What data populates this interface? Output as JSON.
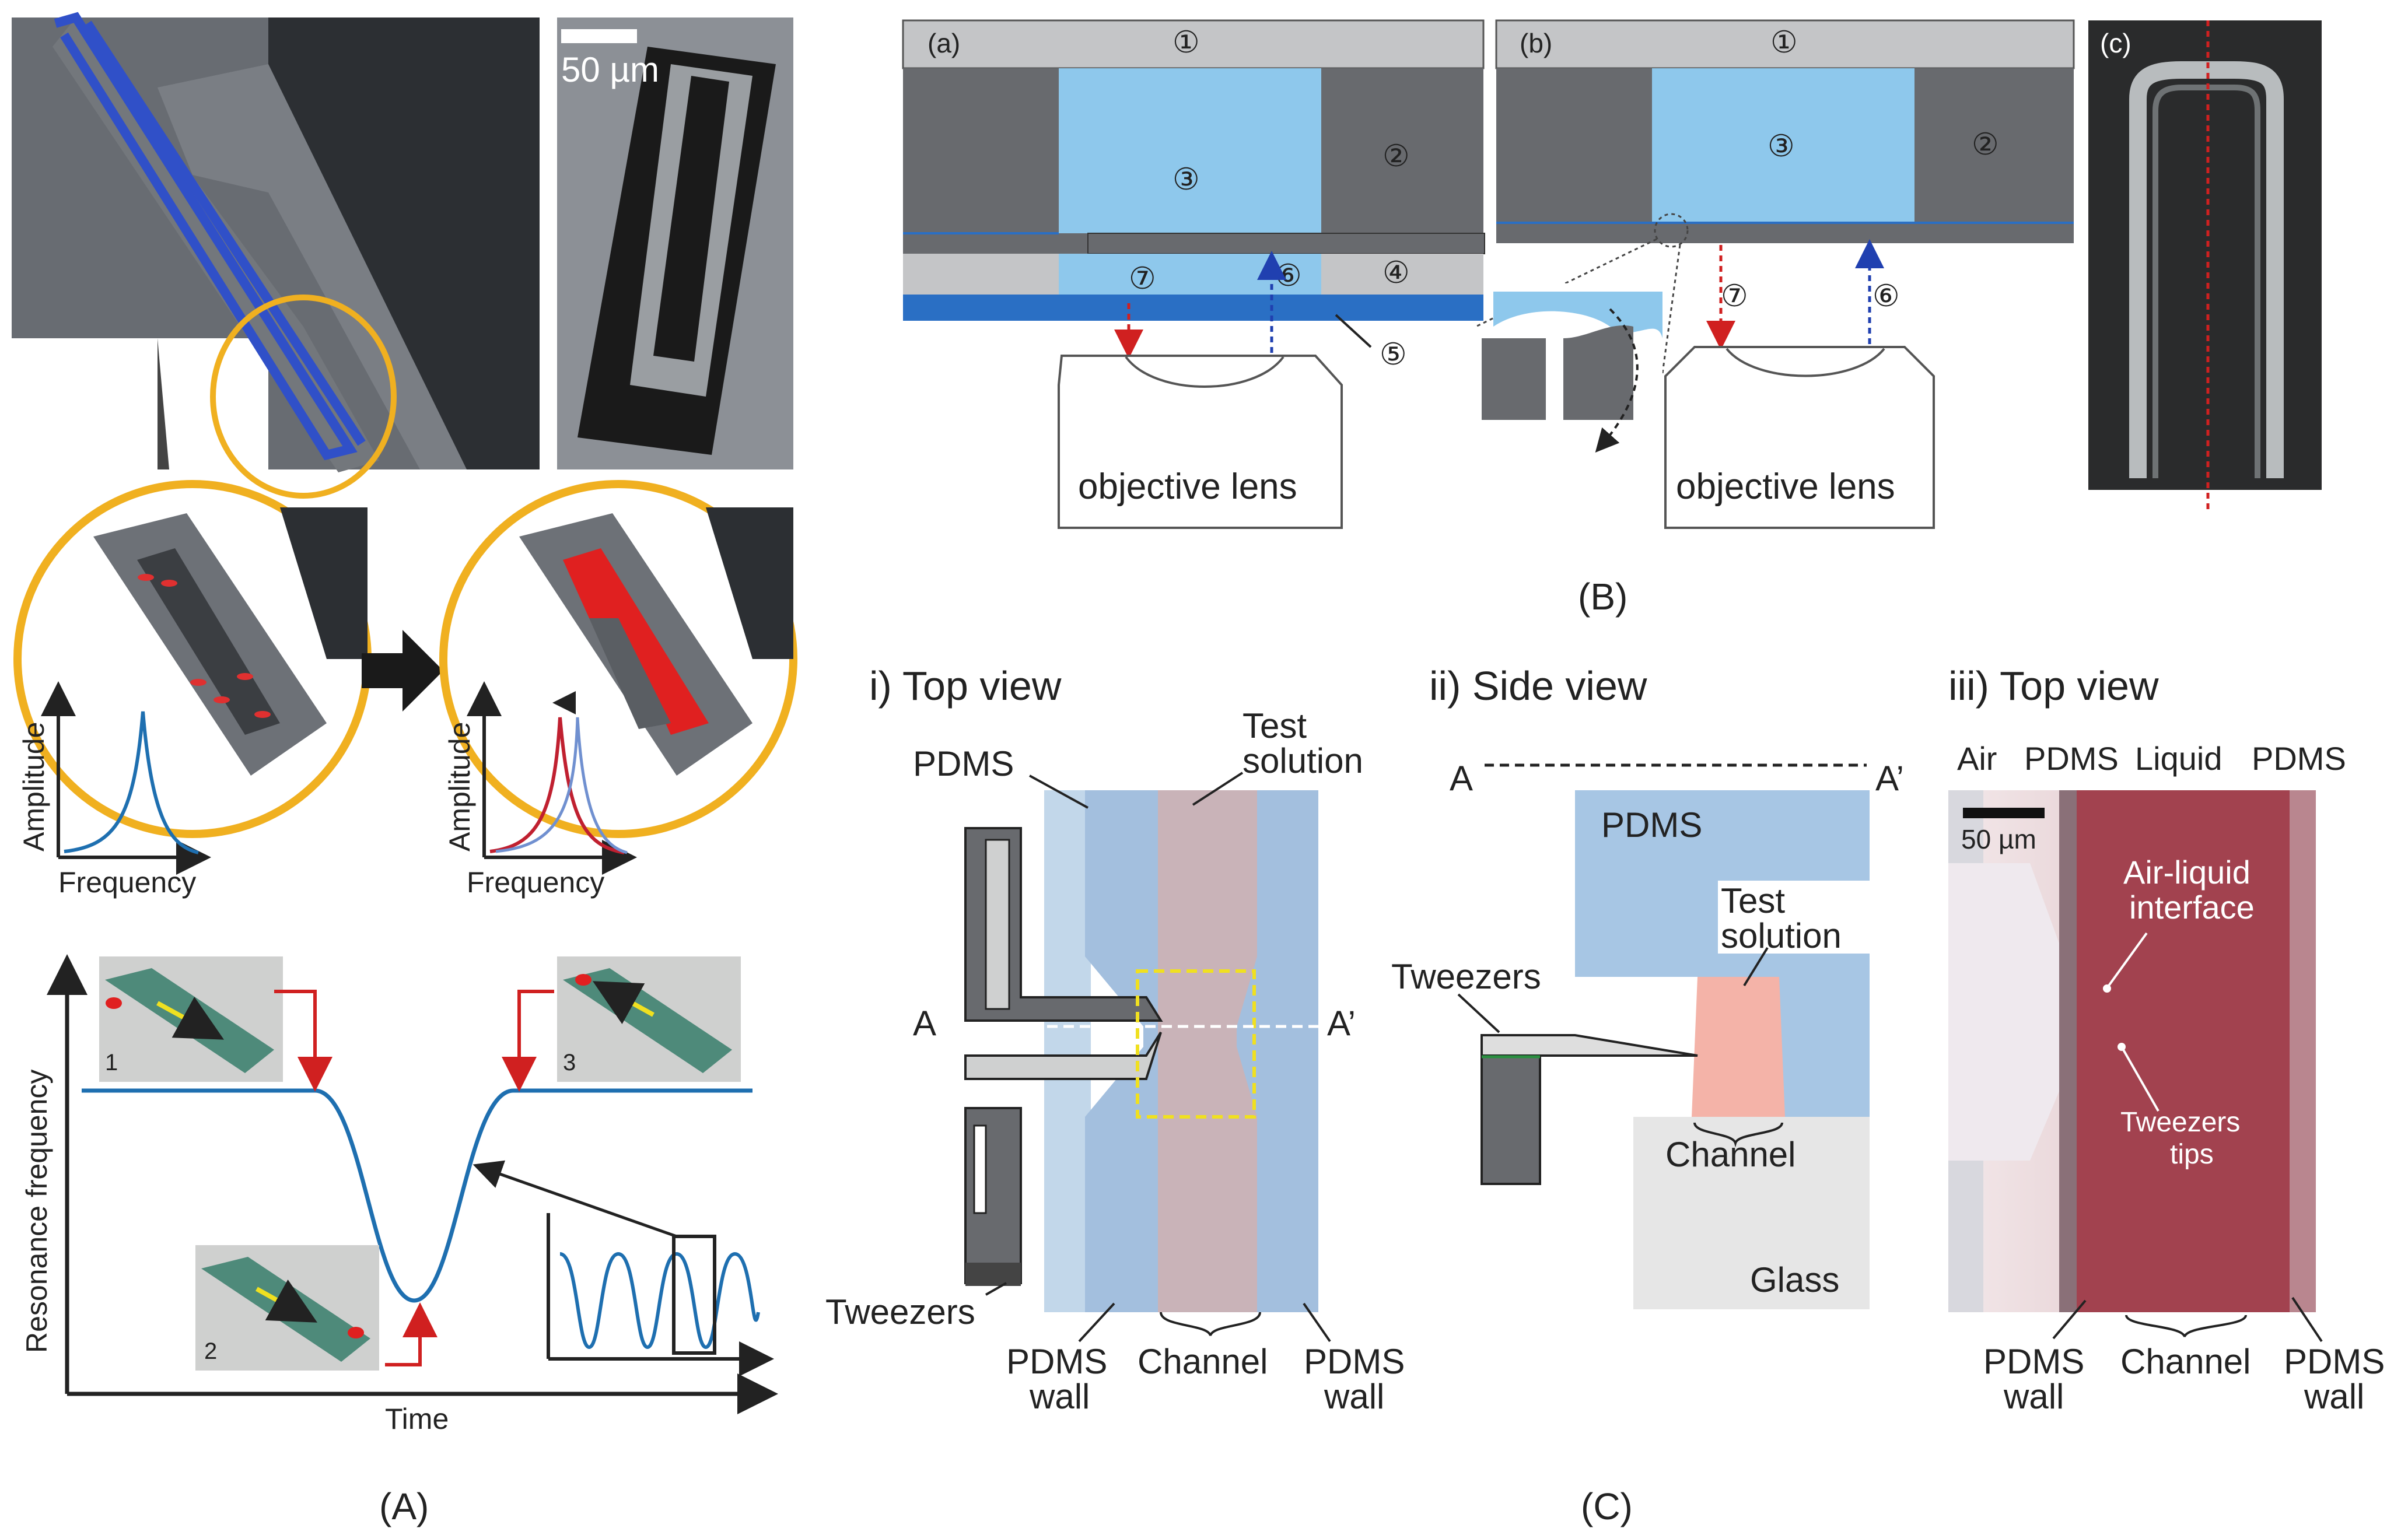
{
  "panel_labels": {
    "A": "(A)",
    "B": "(B)",
    "C": "(C)"
  },
  "panel_a": {
    "scale_bar": "50 µm",
    "amplitude_label": "Amplitude",
    "frequency_label": "Frequency",
    "resonance_label": "Resonance frequency",
    "time_label": "Time",
    "inset_numbers": [
      "1",
      "2",
      "3"
    ]
  },
  "panel_b": {
    "sub_a": "(a)",
    "sub_b": "(b)",
    "sub_c": "(c)",
    "objective_lens": "objective lens",
    "circled": [
      "①",
      "②",
      "③",
      "④",
      "⑤",
      "⑥",
      "⑦"
    ]
  },
  "panel_c": {
    "i_title": "i) Top view",
    "ii_title": "ii) Side view",
    "iii_title": "iii) Top view",
    "pdms": "PDMS",
    "test_solution_1": "Test",
    "test_solution_2": "solution",
    "tweezers": "Tweezers",
    "pdms_wall_1": "PDMS",
    "pdms_wall_2": "wall",
    "channel": "Channel",
    "a": "A",
    "a_prime": "A’",
    "glass": "Glass",
    "air": "Air",
    "liquid": "Liquid",
    "scale_bar": "50 µm",
    "air_liquid_1": "Air-liquid",
    "air_liquid_2": "interface",
    "tweezers_tips_1": "Tweezers",
    "tweezers_tips_2": "tips"
  }
}
